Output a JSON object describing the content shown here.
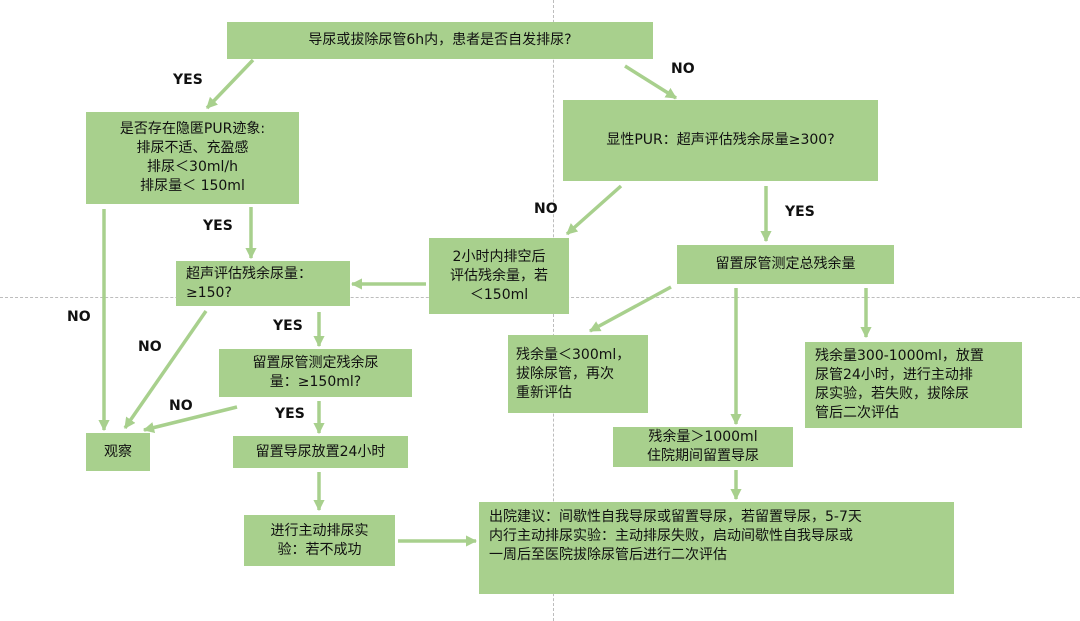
{
  "labels": {
    "yes": "YES",
    "no": "NO"
  },
  "nodes": {
    "start": {
      "lines": [
        "导尿或拔除尿管6h内，患者是否自发排尿?"
      ]
    },
    "hidden_pur": {
      "lines": [
        "是否存在隐匿PUR迹象:",
        "排尿不适、充盈感",
        "排尿＜30ml/h",
        "排尿量＜ 150ml"
      ]
    },
    "overt_pur": {
      "lines": [
        "显性PUR：超声评估残余尿量≥300?"
      ]
    },
    "empty_2h": {
      "lines": [
        "2小时内排空后",
        "评估残余量，若",
        "＜150ml"
      ]
    },
    "us_150": {
      "lines": [
        "超声评估残余尿量：",
        "≥150?"
      ]
    },
    "cath_total": {
      "lines": [
        "留置尿管测定总残余量"
      ]
    },
    "cath_150": {
      "lines": [
        "留置尿管测定残余尿",
        "量：≥150ml?"
      ]
    },
    "res_lt300": {
      "lines": [
        "残余量＜300ml，",
        "拔除尿管，再次",
        "重新评估"
      ]
    },
    "res_300_1000": {
      "lines": [
        "残余量300-1000ml，放置",
        "尿管24小时，进行主动排",
        "尿实验，若失败，拔除尿",
        "管后二次评估"
      ]
    },
    "observe": {
      "lines": [
        "观察"
      ]
    },
    "cath_24h": {
      "lines": [
        "留置导尿放置24小时"
      ]
    },
    "res_gt1000": {
      "lines": [
        "残余量＞1000ml",
        "住院期间留置导尿"
      ]
    },
    "active_trial": {
      "lines": [
        "进行主动排尿实",
        "验：若不成功"
      ]
    },
    "discharge": {
      "lines": [
        "出院建议：间歇性自我导尿或留置导尿，若留置导尿，5-7天",
        "内行主动排尿实验：主动排尿失败，启动间歇性自我导尿或",
        "一周后至医院拔除尿管后进行二次评估"
      ]
    }
  },
  "colors": {
    "box_fill": "#a8d08d",
    "arrow": "#a8d08d",
    "guide": "#bdbdbd"
  }
}
